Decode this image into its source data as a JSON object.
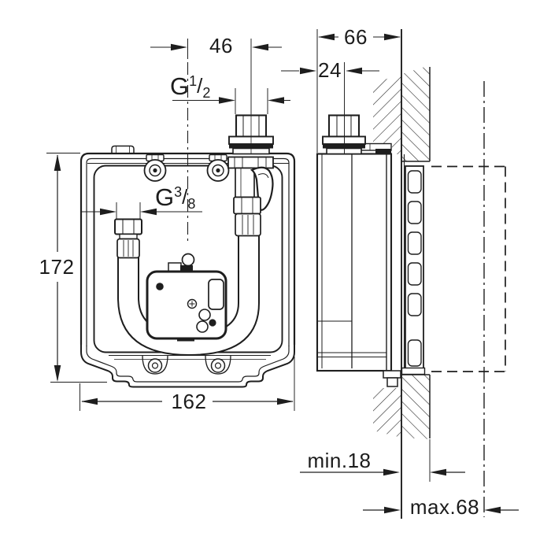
{
  "page": {
    "background": "#ffffff",
    "line_color": "#1e1e1e"
  },
  "dimensions": {
    "offset_top": "46",
    "depth_total": "66",
    "spigot_offset": "24",
    "box_height": "172",
    "box_width": "162",
    "plaster_min": "min.18",
    "plaster_max": "max.68"
  },
  "threads": {
    "top_connection": {
      "prefix": "G",
      "numerator": "1",
      "slash": "/",
      "denominator": "2"
    },
    "hose_connection": {
      "prefix": "G",
      "numerator": "3",
      "slash": "/",
      "denominator": "8"
    }
  }
}
